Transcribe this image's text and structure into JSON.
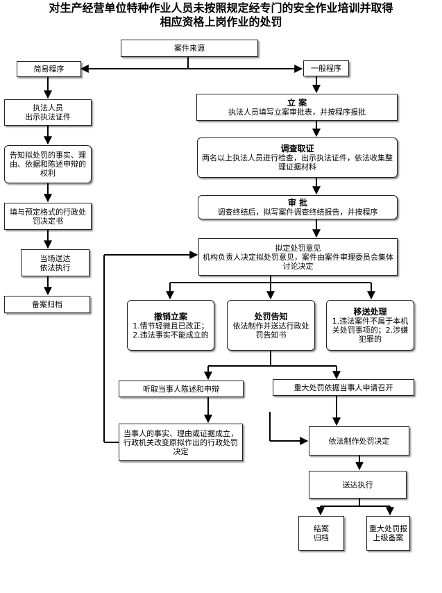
{
  "title": {
    "line1": "对生产经营单位特种作业人员未按照规定经专门的安全作业培训并取得",
    "line2": "相应资格上岗作业的处罚"
  },
  "nodes": {
    "case_source": "案件来源",
    "simple_procedure": "简易程序",
    "general_procedure": "一般程序",
    "show_certificate": "执法人员\n出示执法证件",
    "inform_rights": "告知拟处罚的事实、理由、依据和陈述申辩的权利",
    "fill_decision": "填与预定格式的行政处罚决定书",
    "deliver_on_site": "当场送达\n依法执行",
    "archive_simple": "备案归档",
    "register": {
      "heading": "立 案",
      "text": "执法人员填写立案审批表，并按程序报批"
    },
    "investigate": {
      "heading": "调查取证",
      "text": "两名以上执法人员进行检查，出示执法证件，依法收集整理证据材料"
    },
    "review": {
      "heading": "审 批",
      "text": "调查终结后，拟写案件调查终结报告，并按程序"
    },
    "proposed_penalty": {
      "heading": "拟定处罚意见",
      "text": "机构负责人决定拟处罚意见，案件由案件审理委员会集体讨论决定"
    },
    "revoke_case": {
      "heading": "撤销立案",
      "text": "1.情节轻微且已改正；2.违法事实不能成立的"
    },
    "penalty_notice": {
      "heading": "处罚告知",
      "text": "依法制作并送达行政处罚告知书"
    },
    "transfer": {
      "heading": "移送处理",
      "text": "1.违法案件不属于本机关处罚事项的；2.涉嫌犯罪的"
    },
    "hear_statement": "听取当事人陈述和申辩",
    "major_hearing": "重大处罚依据当事人申请召开",
    "facts_established": "当事人的事实、理由或证据成立，行政机关改变原拟作出的行政处罚决定",
    "make_decision": "依法制作处罚决定",
    "deliver_execute": "送达执行",
    "archive_final": "结案\n归档",
    "major_penalty_report": "重大处罚报上级备案"
  },
  "colors": {
    "line": "#000000",
    "border": "#222222"
  }
}
